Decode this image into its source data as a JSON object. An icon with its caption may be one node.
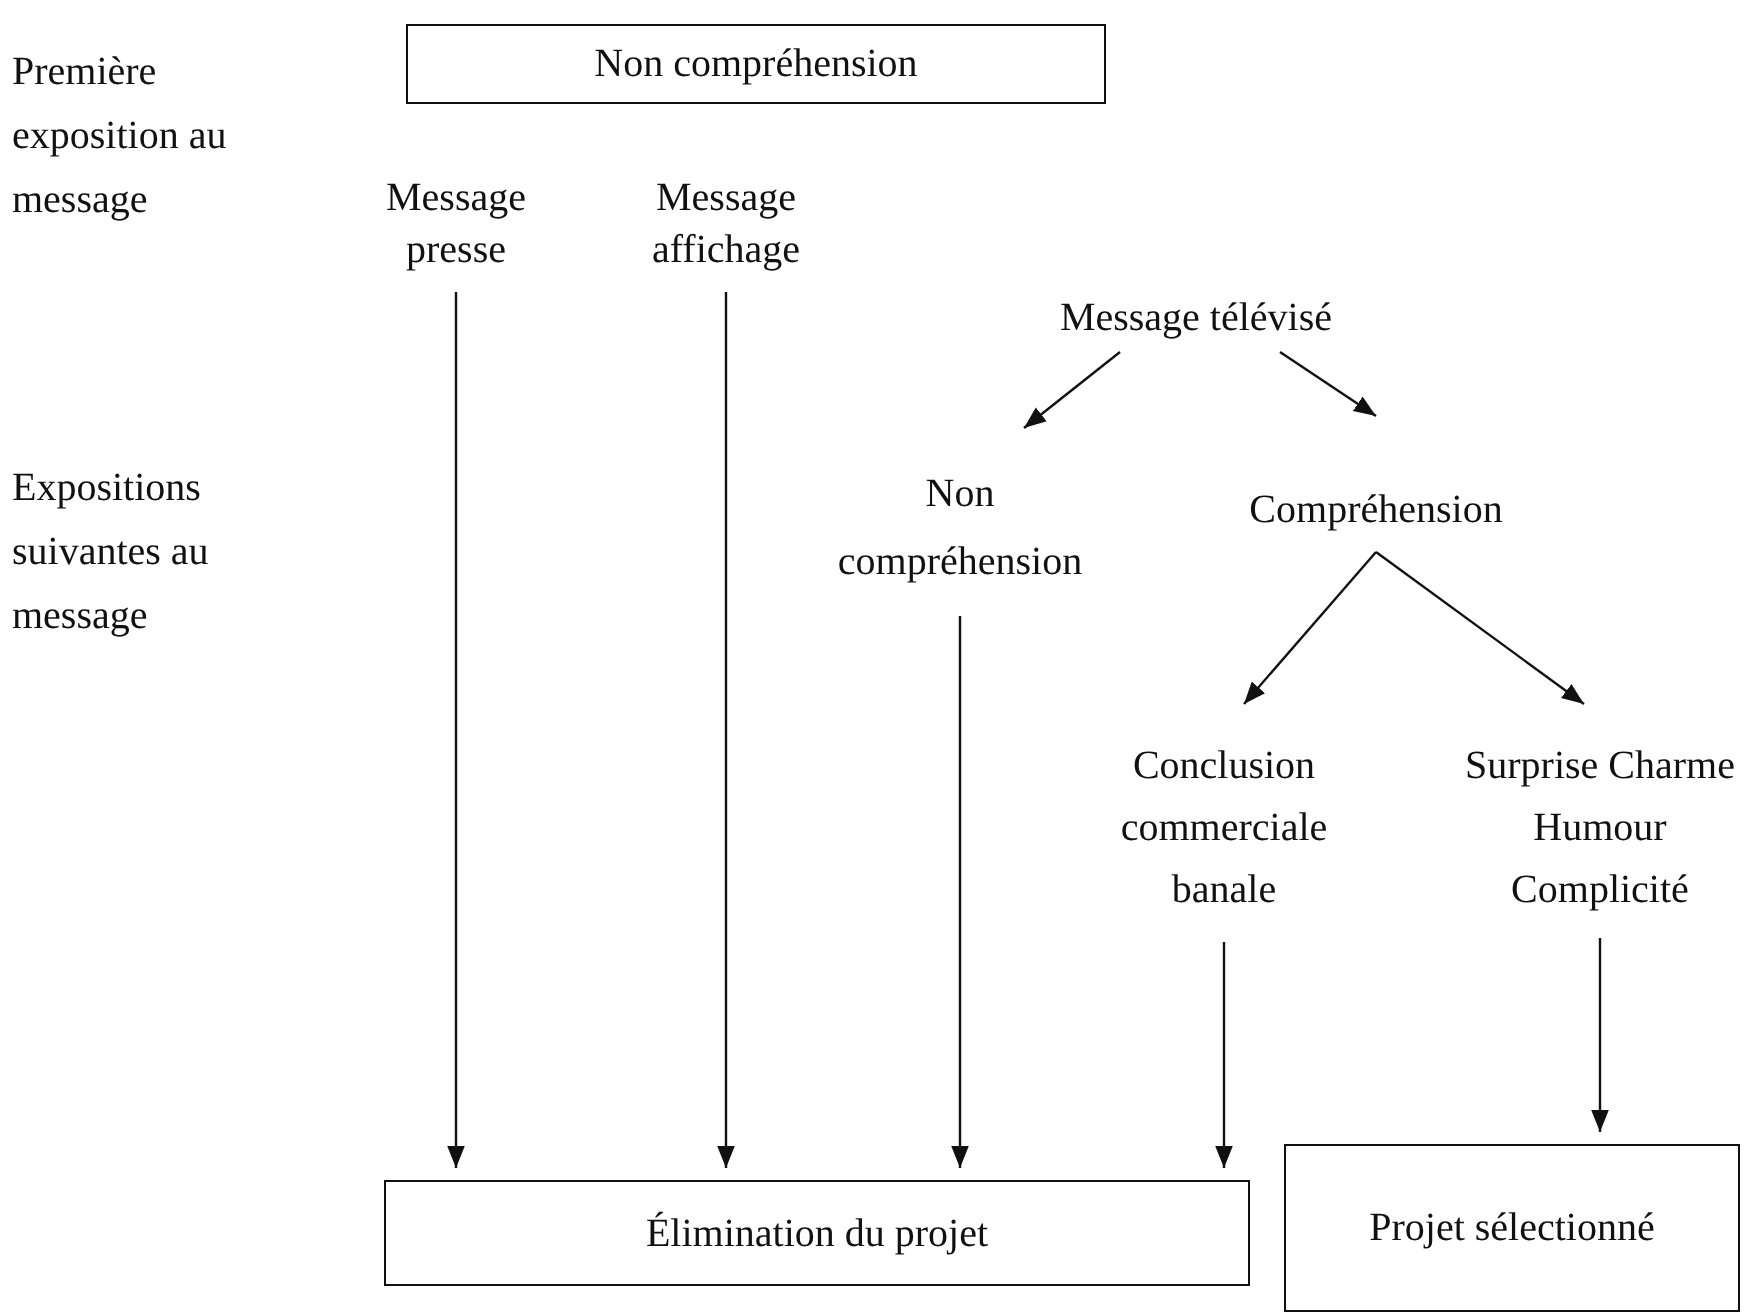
{
  "diagram": {
    "nodes": [
      {
        "text": [
          "Non compréhension"
        ]
      },
      {
        "text": [
          "Message presse"
        ]
      },
      {
        "text": [
          "Message affichage"
        ]
      },
      {
        "text": [
          "Message télévisé"
        ]
      },
      {
        "text": [
          "Non compréhension"
        ]
      },
      {
        "text": [
          "Compréhension"
        ]
      },
      {
        "text": [
          "Conclusion commerciale banale"
        ]
      },
      {
        "text": [
          "Surprise Charme Humour Complicité"
        ]
      },
      {
        "text": [
          "Élimination du projet"
        ]
      },
      {
        "text": [
          "Projet sélectionné"
        ]
      }
    ],
    "edges": [
      {
        "from": 1,
        "to": 8,
        "arrow": "to"
      },
      {
        "from": 2,
        "to": 8,
        "arrow": "to"
      },
      {
        "from": 4,
        "to": 8,
        "arrow": "to"
      },
      {
        "from": 6,
        "to": 8,
        "arrow": "to"
      },
      {
        "from": 3,
        "to": 4,
        "arrow": "to"
      },
      {
        "from": 3,
        "to": 5,
        "arrow": "to"
      },
      {
        "from": 5,
        "to": 6,
        "arrow": "to"
      },
      {
        "from": 5,
        "to": 7,
        "arrow": "to"
      },
      {
        "from": 7,
        "to": 9,
        "arrow": "to"
      }
    ],
    "labels": [
      "Première exposition au message",
      "Expositions suivantes au message"
    ]
  }
}
